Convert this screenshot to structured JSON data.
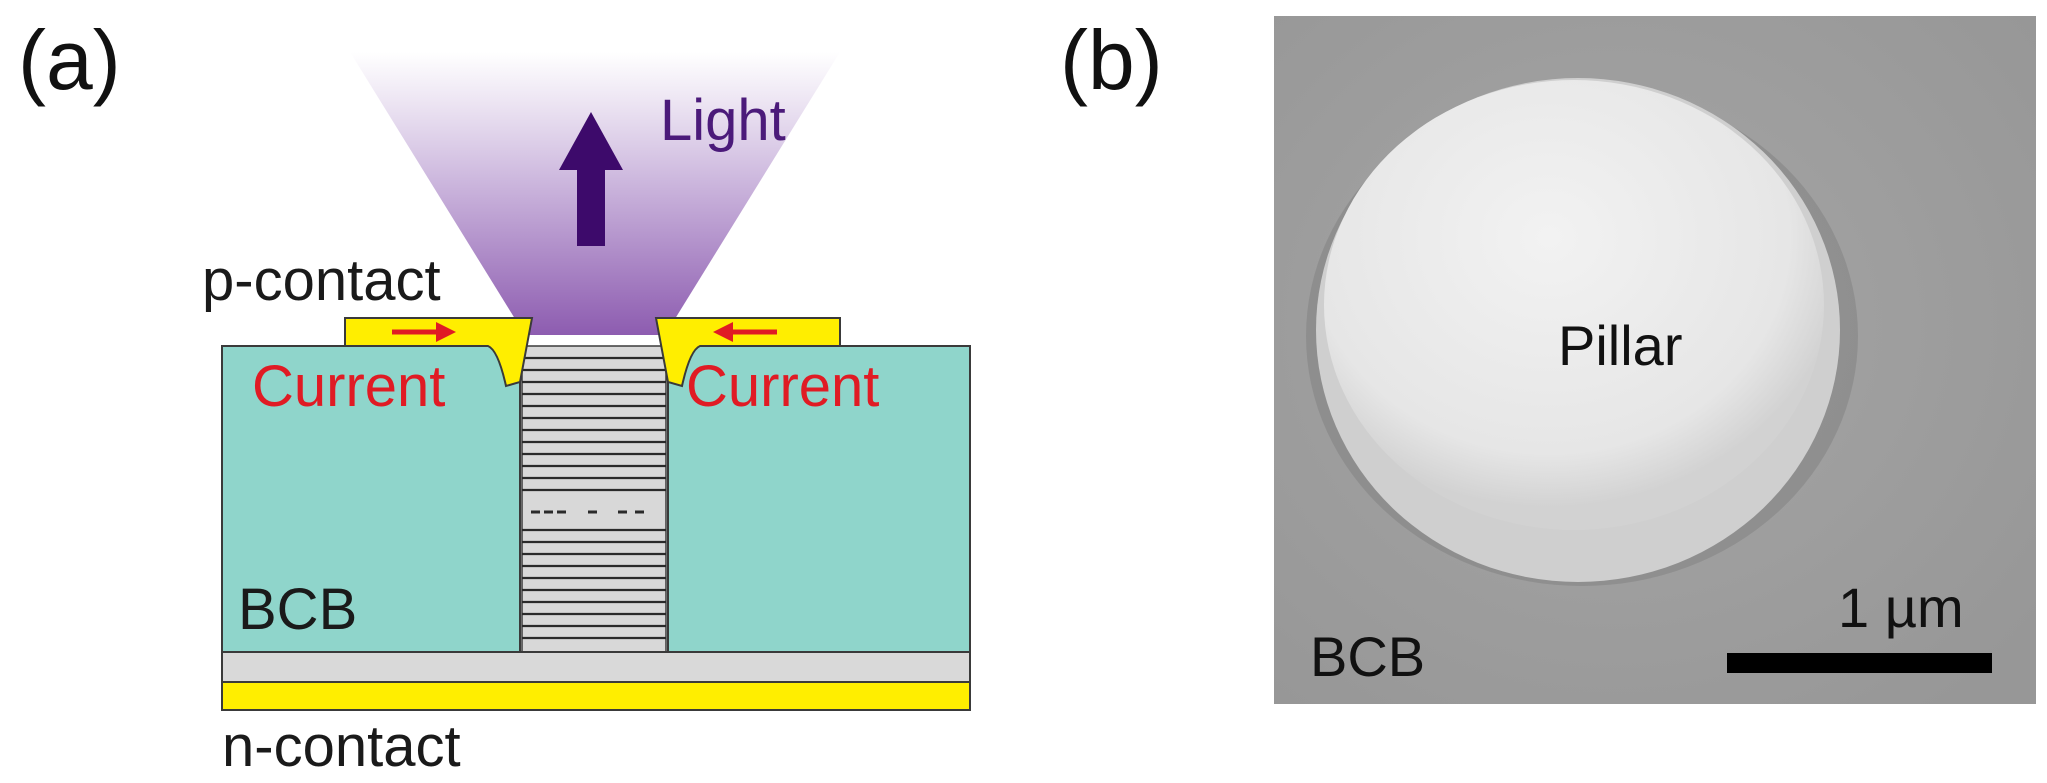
{
  "panel_a": {
    "label": "(a)",
    "light_label": "Light",
    "p_contact_label": "p-contact",
    "current_left_label": "Current",
    "current_right_label": "Current",
    "bcb_label": "BCB",
    "n_contact_label": "n-contact"
  },
  "panel_b": {
    "label": "(b)",
    "pillar_label": "Pillar",
    "bcb_label": "BCB",
    "scale_bar_label": "1 µm"
  },
  "colors": {
    "bcb": "#8fd5cb",
    "contact": "#ffee00",
    "current_arrow": "#e01b24",
    "light_arrow": "#3d0a6b",
    "light_cone": "#8d5cb0",
    "sem_background": "#9e9e9e",
    "pillar": "#e9e9e9"
  }
}
